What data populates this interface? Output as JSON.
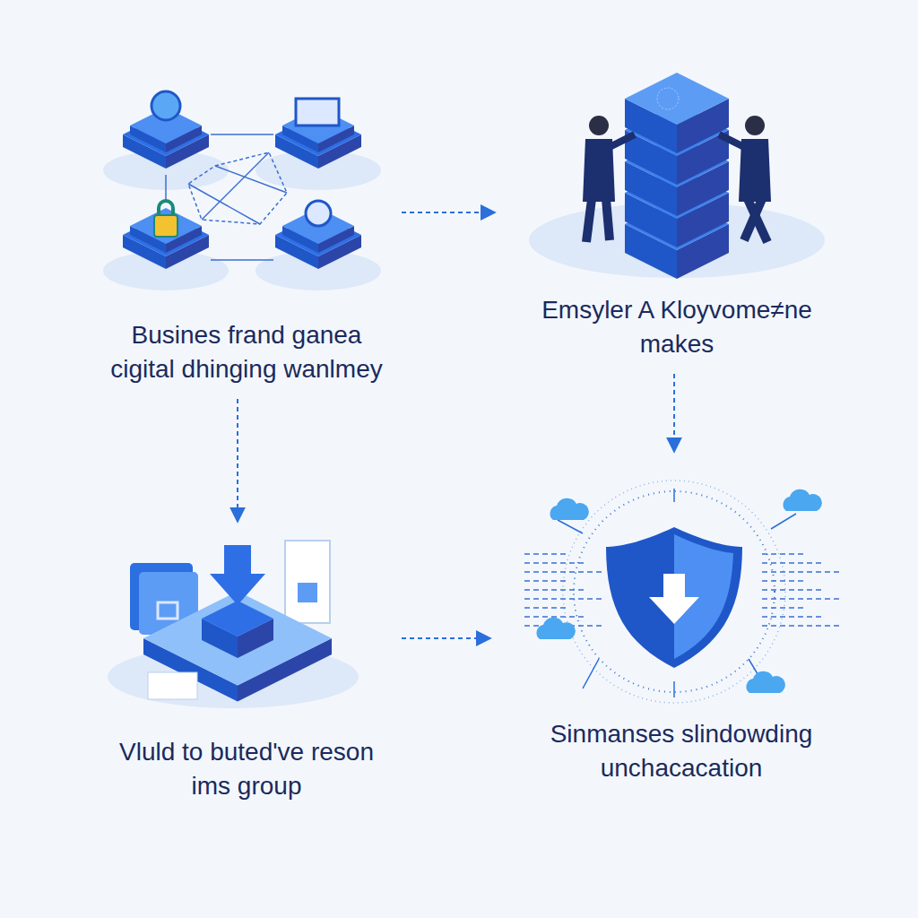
{
  "diagram": {
    "nodes": [
      {
        "text": [
          "Busines frand ganea cigital dhinging wanlmey"
        ]
      },
      {
        "text": [
          "Emsyler A Kloyvome≠ne makes"
        ]
      },
      {
        "text": [
          "Vluld to buted've reson ims group"
        ]
      },
      {
        "text": [
          "Sinmanses slindowding unchacacation"
        ]
      }
    ],
    "edges": [
      {
        "from": 0,
        "to": 1,
        "arrow": "to"
      },
      {
        "from": 1,
        "to": 3,
        "arrow": "to"
      },
      {
        "from": 0,
        "to": 2,
        "arrow": "to"
      },
      {
        "from": 2,
        "to": 3,
        "arrow": "to"
      }
    ]
  }
}
